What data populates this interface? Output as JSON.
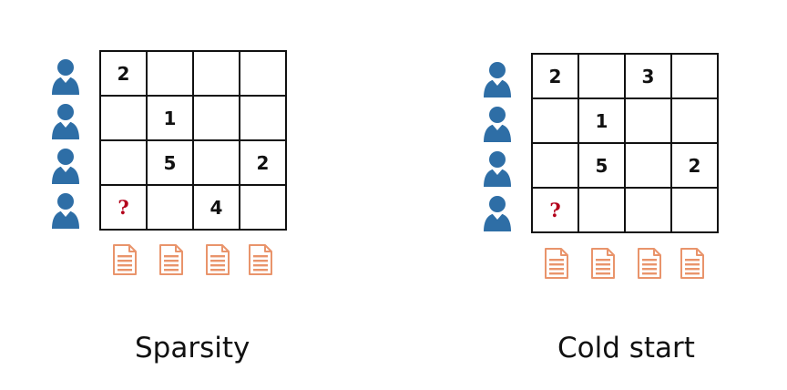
{
  "panels": [
    {
      "caption": "Sparsity",
      "matrix": [
        [
          "2",
          "",
          "",
          ""
        ],
        [
          "",
          "1",
          "",
          ""
        ],
        [
          "",
          "5",
          "",
          "2"
        ],
        [
          "?",
          "",
          "4",
          ""
        ]
      ]
    },
    {
      "caption": "Cold start",
      "matrix": [
        [
          "2",
          "",
          "3",
          ""
        ],
        [
          "",
          "1",
          "",
          ""
        ],
        [
          "",
          "5",
          "",
          "2"
        ],
        [
          "?",
          "",
          "",
          ""
        ]
      ]
    }
  ],
  "icons": {
    "user": "user-icon",
    "item": "document-icon"
  },
  "colors": {
    "user": "#2e6ea6",
    "document": "#e9946b",
    "question": "#b3001b",
    "grid": "#111111"
  }
}
